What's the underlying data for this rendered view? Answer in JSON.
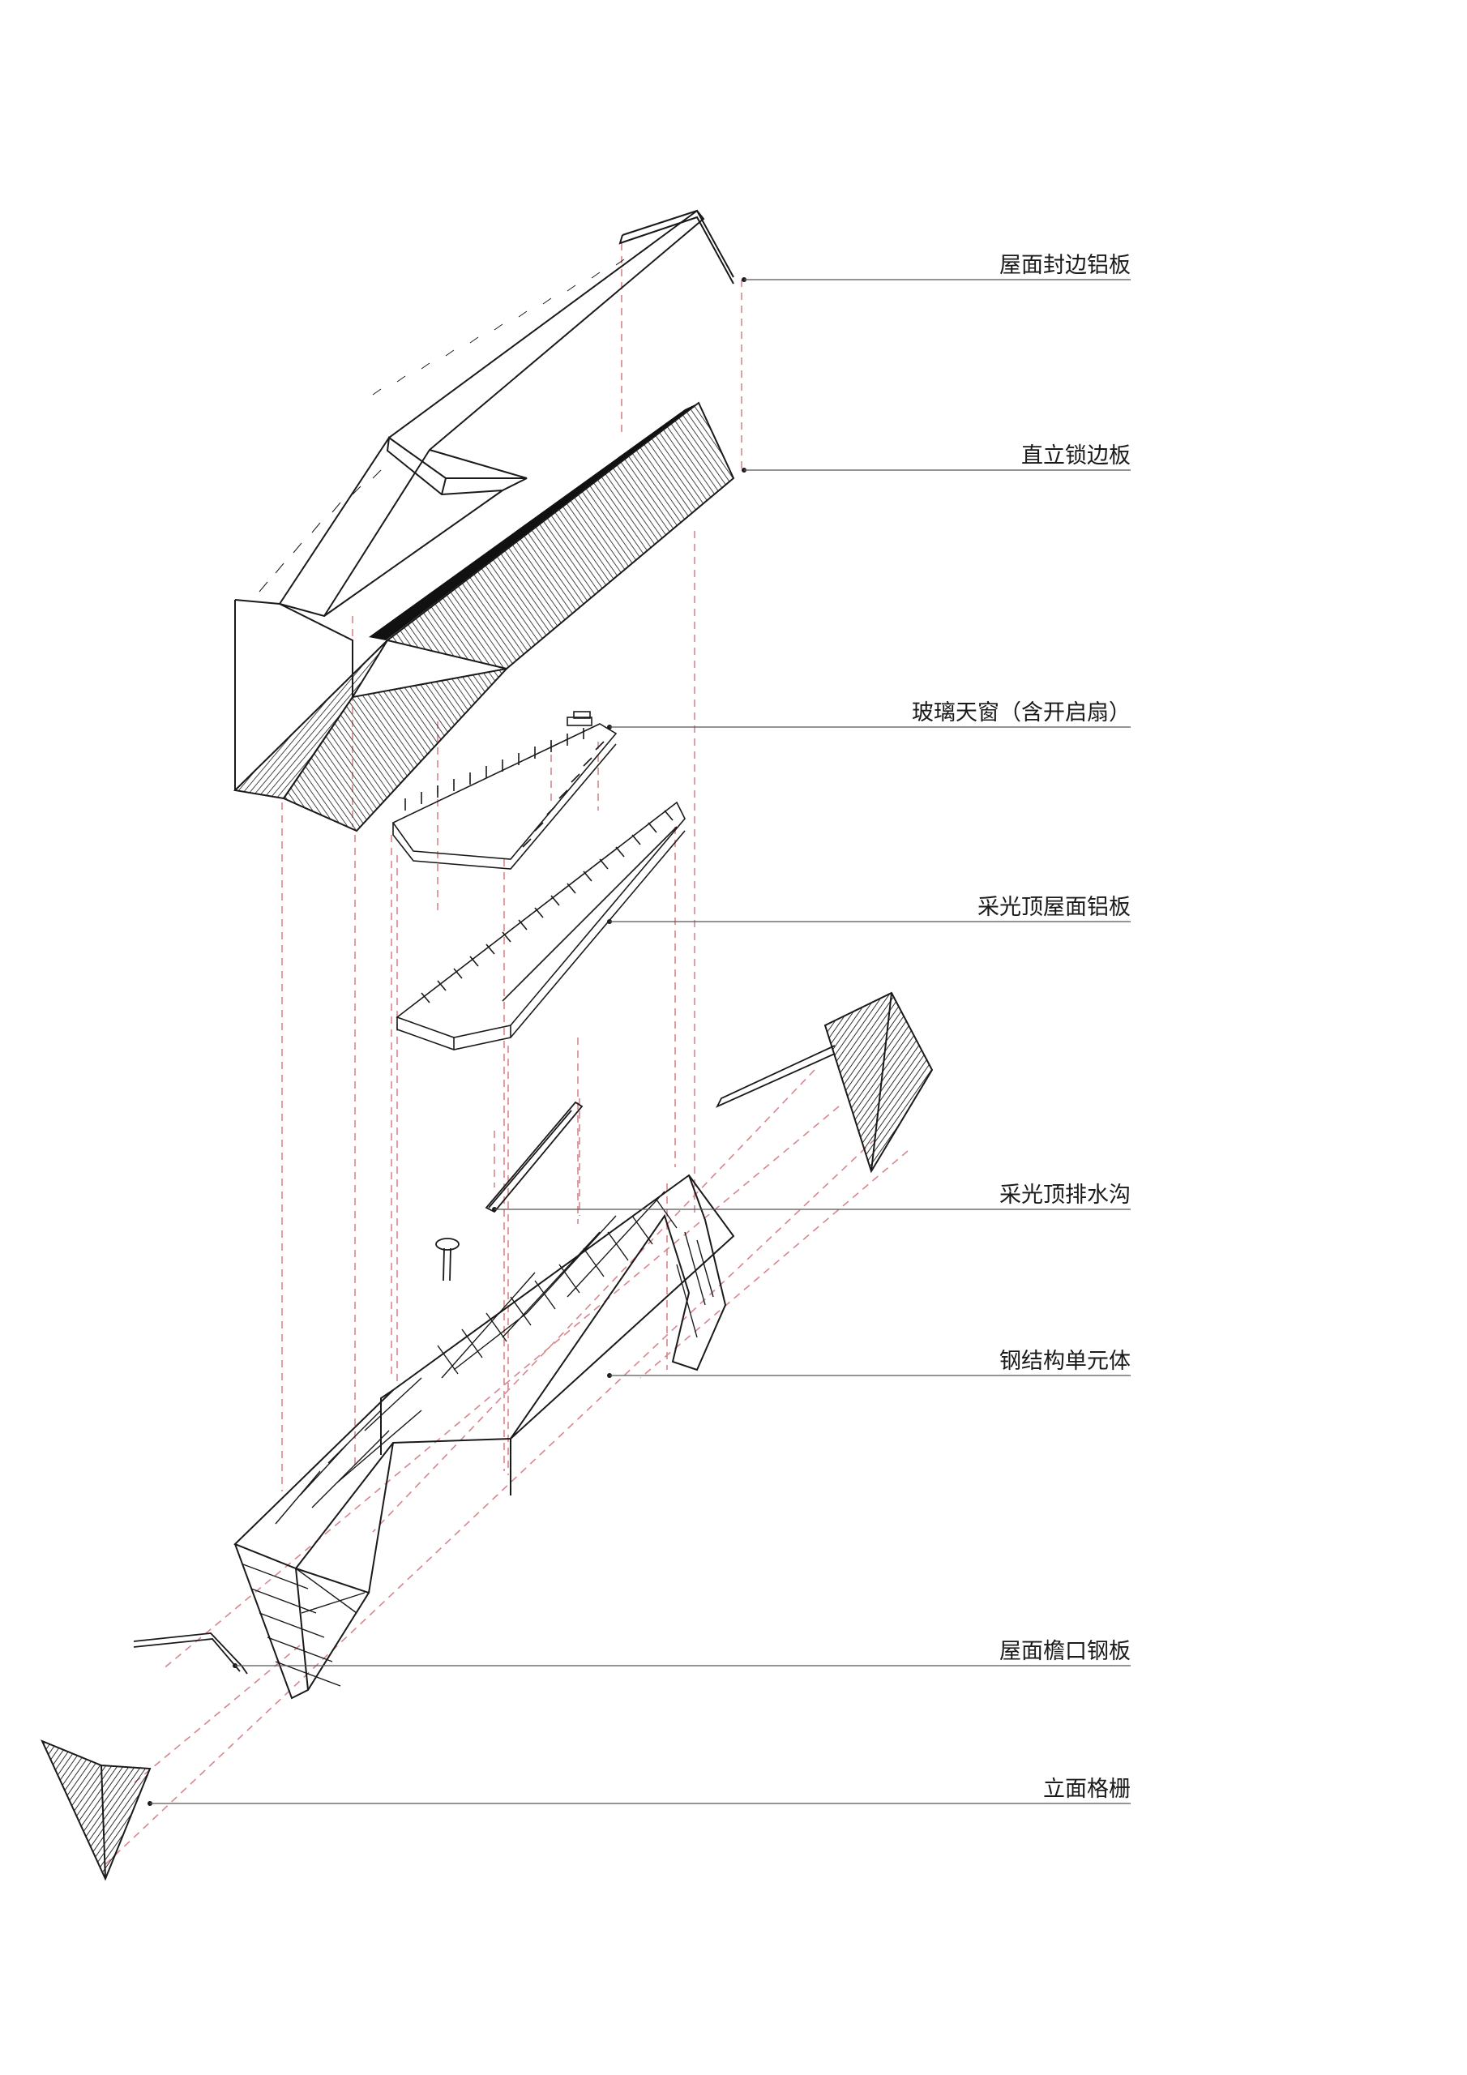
{
  "labels": {
    "edge_panel": "屋面封边铝板",
    "standing_seam": "直立锁边板",
    "glass_skylight": "玻璃天窗（含开启扇）",
    "skylight_roof_panel": "采光顶屋面铝板",
    "skylight_gutter": "采光顶排水沟",
    "steel_unit": "钢结构单元体",
    "eave_plate": "屋面檐口钢板",
    "facade_grille": "立面格栅"
  },
  "colors": {
    "ink": "#1a1a1a",
    "guide": "#d7868c",
    "leader": "#555555",
    "background": "#ffffff"
  }
}
